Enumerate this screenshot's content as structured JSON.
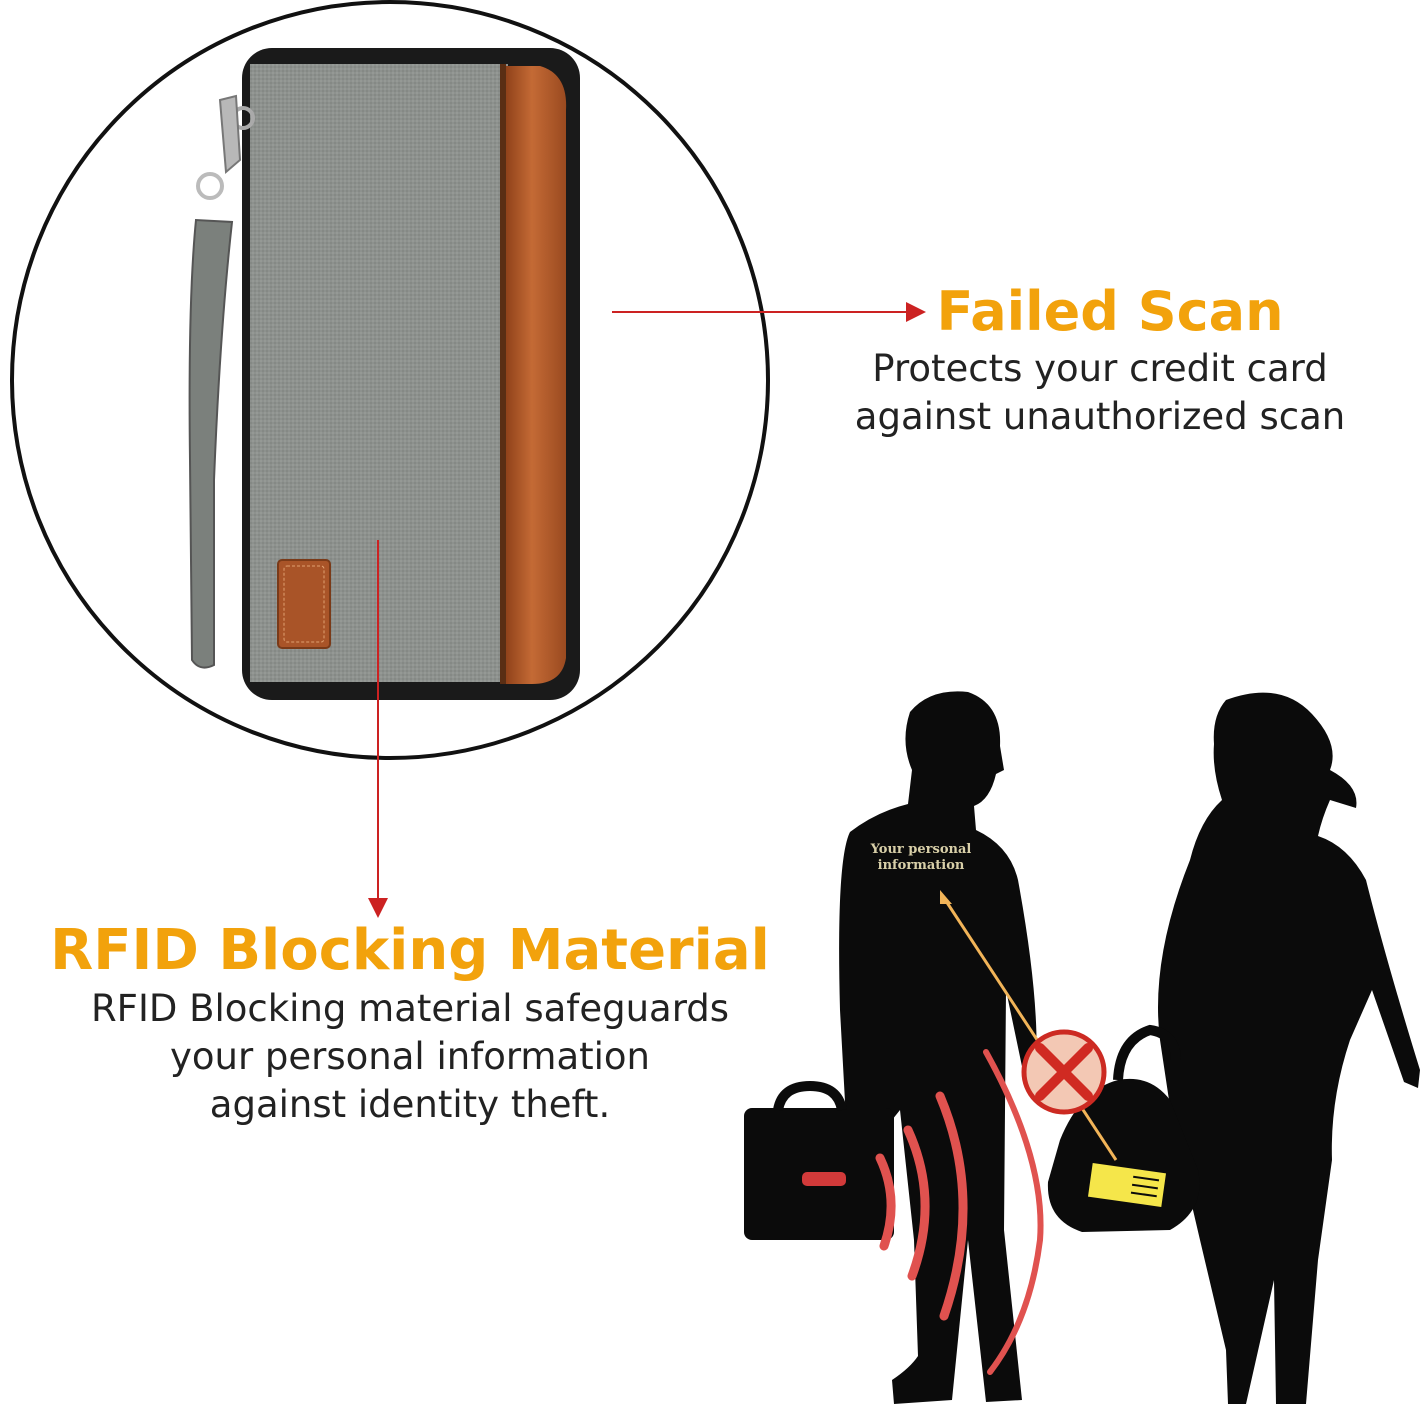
{
  "colors": {
    "accent_orange": "#f2a20c",
    "arrow_red": "#cc2222",
    "fabric_gray": "#8d918e",
    "leather_brown": "#b85f2c",
    "silhouette": "#0b0b0b",
    "signal_red": "#e0524f",
    "card_yellow": "#f5e64a"
  },
  "failed_scan": {
    "title": "Failed Scan",
    "description_line1": "Protects your credit card",
    "description_line2": "against unauthorized scan"
  },
  "rfid": {
    "title": "RFID Blocking Material",
    "description_line1": "RFID Blocking material safeguards",
    "description_line2": "your personal information",
    "description_line3": "against identity theft."
  },
  "illustration": {
    "shirt_label_line1": "Your personal",
    "shirt_label_line2": "information"
  },
  "icons": {
    "blocked": "red-x-circle-icon",
    "signal": "rfid-signal-waves-icon",
    "wallet": "travel-wallet-icon"
  }
}
